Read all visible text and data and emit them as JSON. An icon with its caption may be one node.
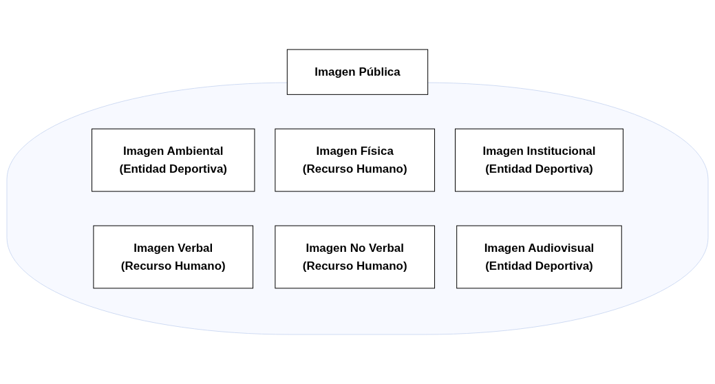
{
  "diagram": {
    "nodes": [
      {
        "text": [
          "Imagen Pública"
        ]
      },
      {
        "text": [],
        "shape": "ellipse"
      },
      {
        "text": [
          "Imagen Ambiental",
          "(Entidad Deportiva)"
        ],
        "in": 1
      },
      {
        "text": [
          "Imagen Física",
          "(Recurso Humano)"
        ],
        "in": 1
      },
      {
        "text": [
          "Imagen Institucional",
          "(Entidad Deportiva)"
        ],
        "in": 1
      },
      {
        "text": [
          "Imagen Verbal",
          "(Recurso Humano)"
        ],
        "in": 1
      },
      {
        "text": [
          "Imagen No Verbal",
          "(Recurso Humano)"
        ],
        "in": 1
      },
      {
        "text": [
          "Imagen Audiovisual",
          "(Entidad Deportiva)"
        ],
        "in": 1
      }
    ],
    "edges": []
  }
}
